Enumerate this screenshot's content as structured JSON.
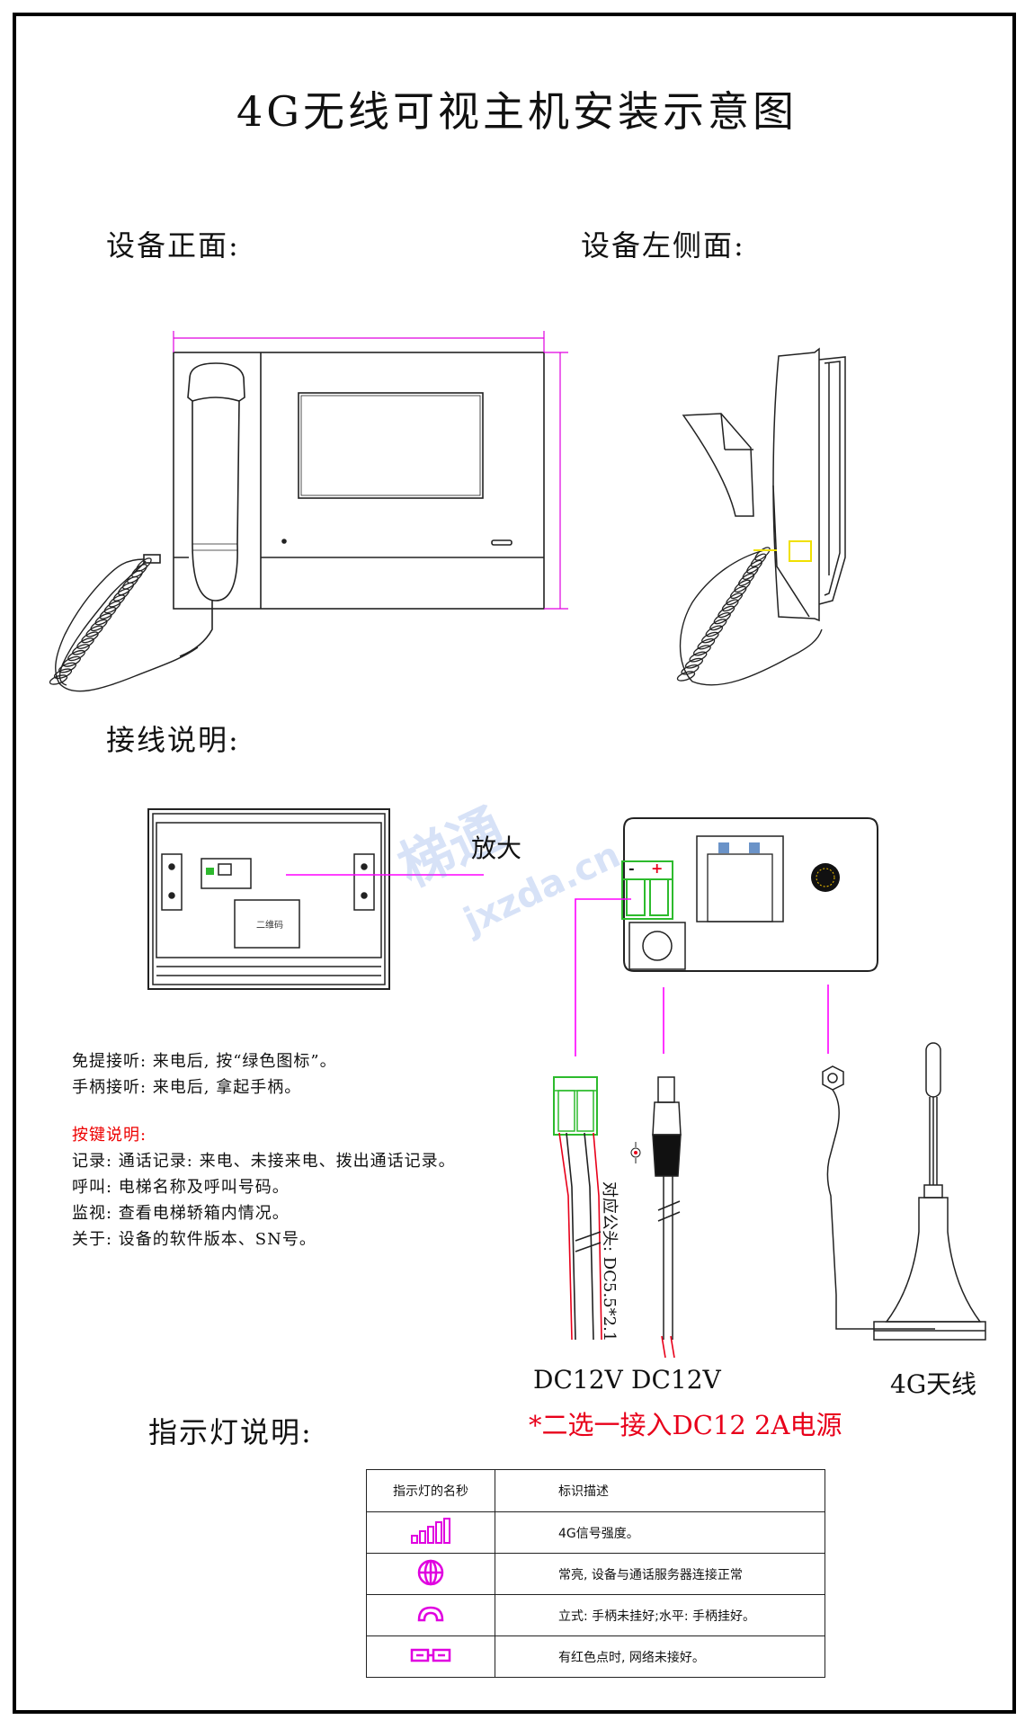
{
  "title": "4G无线可视主机安装示意图",
  "sections": {
    "front_view": "设备正面:",
    "side_view": "设备左侧面:",
    "wiring": "接线说明:",
    "indicators": "指示灯说明:"
  },
  "diagram": {
    "zoom_label": "放大",
    "qr_label": "二维码",
    "terminal_minus": "-",
    "terminal_plus": "+",
    "plug_note": "对应公头: DC5.5*2.1",
    "dc_label_1": "DC12V",
    "dc_label_2": "DC12V",
    "antenna_label": "4G天线",
    "power_note": "*二选一接入DC12 2A电源"
  },
  "notes": [
    "免提接听: 来电后, 按“绿色图标”。",
    "手柄接听: 来电后, 拿起手柄。"
  ],
  "keys_title": "按键说明:",
  "keys": [
    "记录: 通话记录: 来电、未接来电、拨出通话记录。",
    "呼叫: 电梯名称及呼叫号码。",
    "监视: 查看电梯轿箱内情况。",
    "关于: 设备的软件版本、SN号。"
  ],
  "indicator_table": {
    "headers": [
      "指示灯的名秒",
      "标识描述"
    ],
    "rows": [
      {
        "icon": "signal-bars-icon",
        "desc": "4G信号强度。"
      },
      {
        "icon": "globe-icon",
        "desc": "常亮, 设备与通话服务器连接正常"
      },
      {
        "icon": "handset-icon",
        "desc": "立式: 手柄未挂好;水平: 手柄挂好。"
      },
      {
        "icon": "network-icon",
        "desc": "有红色点时, 网络未接好。"
      }
    ]
  },
  "watermark": {
    "line1": "梯通",
    "line2": "jxzda.cn"
  },
  "colors": {
    "magenta": "#ff00ff",
    "red": "#e8001a",
    "green": "#22cc22",
    "icon": "#e000e0"
  }
}
